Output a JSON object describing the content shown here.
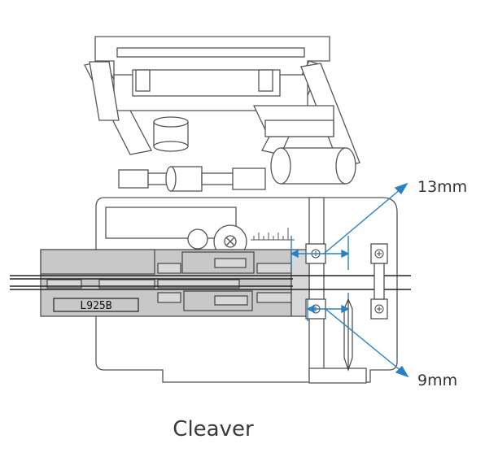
{
  "diagram": {
    "caption": "Cleaver",
    "model_label": "L925B",
    "callouts": [
      {
        "label": "13mm"
      },
      {
        "label": "9mm"
      }
    ]
  },
  "colors": {
    "line": "#555555",
    "dark_line": "#222222",
    "rail_fill": "#c8c8c8",
    "rail_light": "#d8d8d8",
    "accent": "#2a80c4",
    "background": "#ffffff"
  }
}
